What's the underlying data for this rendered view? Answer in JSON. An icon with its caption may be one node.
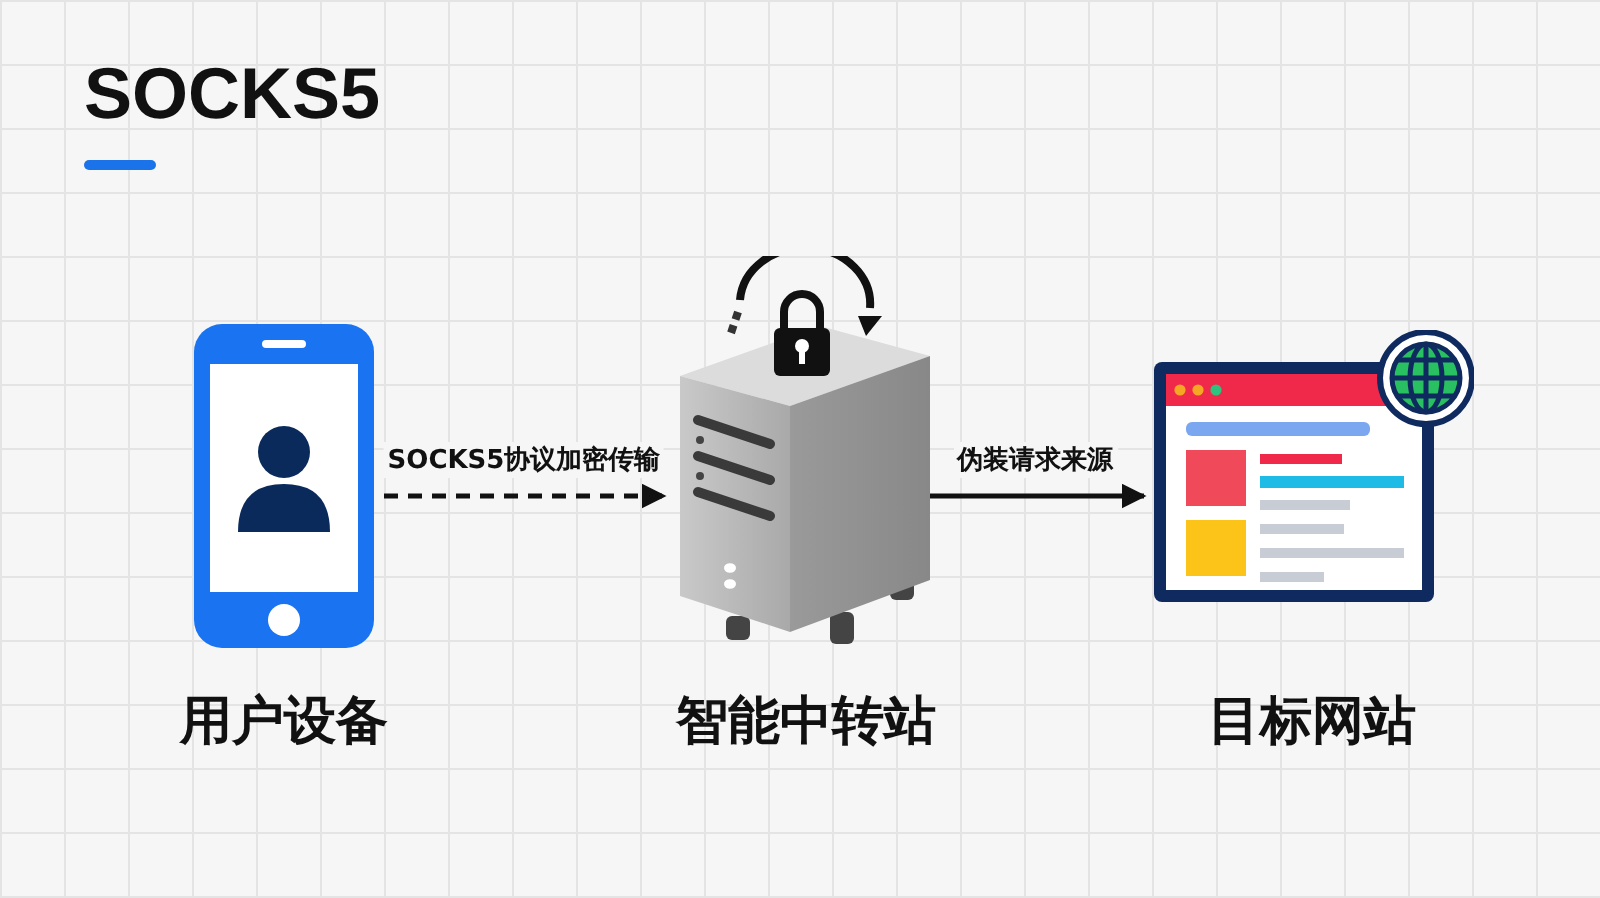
{
  "diagram": {
    "title": "SOCKS5",
    "nodes": [
      {
        "text": [],
        "shape": "picture",
        "beside": [
          "用户设备"
        ]
      },
      {
        "text": [],
        "shape": "picture",
        "beside": [
          "智能中转站"
        ]
      },
      {
        "text": [],
        "shape": "picture",
        "beside": [
          "目标网站"
        ]
      }
    ],
    "edges": [
      {
        "from": 0,
        "to": 1,
        "arrow": "to",
        "label": "SOCKS5协议加密传输",
        "style": "dashed"
      },
      {
        "from": 1,
        "to": 2,
        "arrow": "to",
        "label": "伪装请求来源"
      }
    ]
  }
}
